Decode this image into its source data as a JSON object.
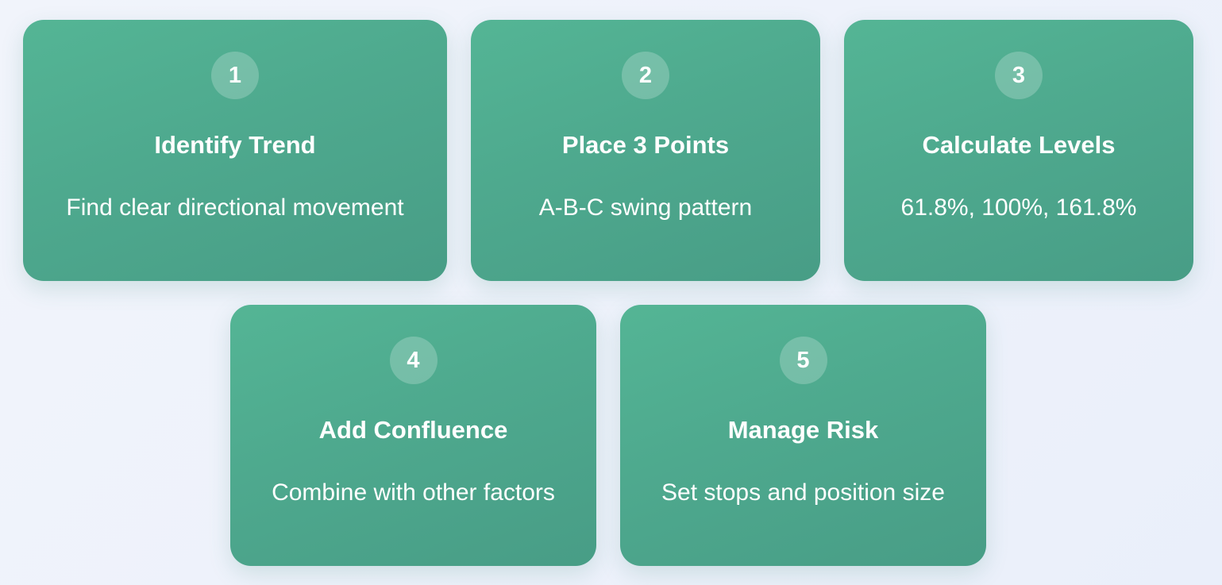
{
  "steps": [
    {
      "number": "1",
      "title": "Identify Trend",
      "description": "Find clear directional movement"
    },
    {
      "number": "2",
      "title": "Place 3 Points",
      "description": "A-B-C swing pattern"
    },
    {
      "number": "3",
      "title": "Calculate Levels",
      "description": "61.8%, 100%, 161.8%"
    },
    {
      "number": "4",
      "title": "Add Confluence",
      "description": "Combine with other factors"
    },
    {
      "number": "5",
      "title": "Manage Risk",
      "description": "Set stops and position size"
    }
  ]
}
